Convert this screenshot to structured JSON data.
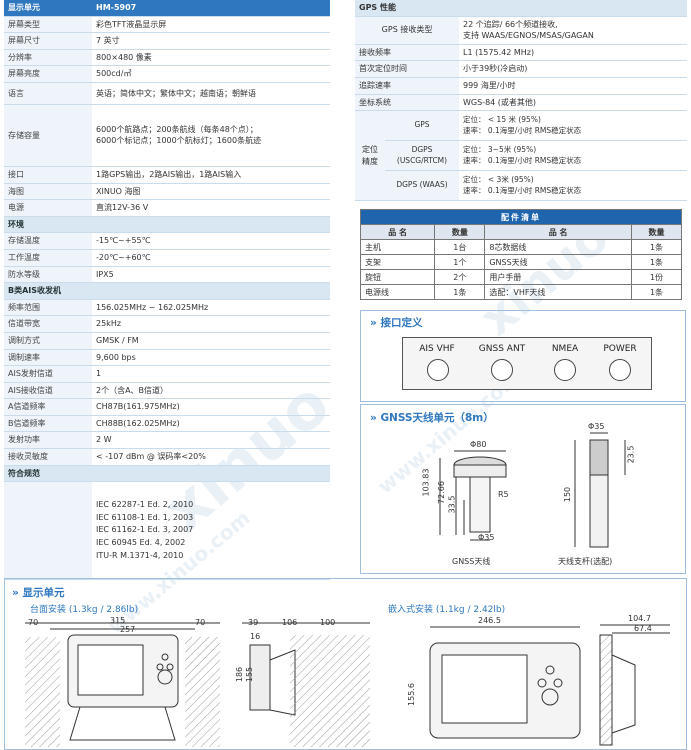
{
  "spec": {
    "header": {
      "k": "显示单元",
      "v": "HM-5907"
    },
    "display": [
      {
        "k": "屏幕类型",
        "v": "彩色TFT液晶显示屏"
      },
      {
        "k": "屏幕尺寸",
        "v": "7 英寸"
      },
      {
        "k": "分辨率",
        "v": "800×480 像素"
      },
      {
        "k": "屏幕亮度",
        "v": "500cd/㎡"
      },
      {
        "k": "语言",
        "v": "英语；简体中文；繁体中文；越南语；朝鲜语"
      }
    ],
    "storage": {
      "k": "存储容量",
      "v1": "6000个航路点；200条航线（每条48个点）；",
      "v2": "6000个标记点；1000个航标灯；1600条航迹"
    },
    "io": [
      {
        "k": "接口",
        "v": "1路GPS输出，2路AIS输出，1路AIS输入"
      },
      {
        "k": "海图",
        "v": "XINUO 海图"
      },
      {
        "k": "电源",
        "v": "直流12V-36 V"
      }
    ],
    "env_title": "环境",
    "env": [
      {
        "k": "存储温度",
        "v": "-15℃~+55℃"
      },
      {
        "k": "工作温度",
        "v": "-20℃~+60℃"
      },
      {
        "k": "防水等级",
        "v": "IPX5"
      }
    ],
    "ais_title": "B类AIS收发机",
    "ais": [
      {
        "k": "频率范围",
        "v": "156.025MHz ~ 162.025MHz"
      },
      {
        "k": "信道带宽",
        "v": "25kHz"
      },
      {
        "k": "调制方式",
        "v": "GMSK / FM"
      },
      {
        "k": "调制速率",
        "v": "9,600 bps"
      },
      {
        "k": "AIS发射信道",
        "v": "1"
      },
      {
        "k": "AIS接收信道",
        "v": "2个（含A、B信道）"
      },
      {
        "k": "A信道频率",
        "v": "CH87B(161.975MHz)"
      },
      {
        "k": "B信道频率",
        "v": "CH88B(162.025MHz)"
      },
      {
        "k": "发射功率",
        "v": "2 W"
      },
      {
        "k": "接收灵敏度",
        "v": "< -107 dBm @ 误码率<20%"
      }
    ],
    "std_title": "符合规范",
    "standards": [
      "IEC 62287-1 Ed. 2, 2010",
      "IEC 61108-1 Ed. 1, 2003",
      "IEC 61162-1 Ed. 3, 2007",
      "IEC 60945 Ed. 4, 2002",
      "ITU-R M.1371-4, 2010"
    ]
  },
  "gps": {
    "title": "GPS 性能",
    "rx_type": {
      "k": "GPS 接收类型",
      "v1": "22 个追踪/ 66个频道接收,",
      "v2": "支持 WAAS/EGNOS/MSAS/GAGAN"
    },
    "rows": [
      {
        "k": "接收频率",
        "v": "L1 (1575.42 MHz)"
      },
      {
        "k": "首次定位时间",
        "v": "小于39秒(冷启动)"
      },
      {
        "k": "追踪速率",
        "v": "999 海里/小时"
      },
      {
        "k": "坐标系统",
        "v": "WGS-84 (或者其他)"
      }
    ],
    "acc_label1": "定位",
    "acc_label2": "精度",
    "accuracy": [
      {
        "mode": "GPS",
        "l1": "定位：  < 15 米  (95%)",
        "l2": "速率：  0.1海里/小时 RMS稳定状态"
      },
      {
        "mode": "DGPS (USCG/RTCM)",
        "l1": "定位：  3~5米  (95%)",
        "l2": "速率：  0.1海里/小时 RMS稳定状态"
      },
      {
        "mode": "DGPS (WAAS)",
        "l1": "定位：  < 3米  (95%)",
        "l2": "速率：  0.1海里/小时 RMS稳定状态"
      }
    ]
  },
  "accessories": {
    "title": "配件清单",
    "headers": [
      "品  名",
      "数量",
      "品  名",
      "数量"
    ],
    "rows": [
      [
        "主机",
        "1台",
        "8芯数据线",
        "1条"
      ],
      [
        "支架",
        "1个",
        "GNSS天线",
        "1条"
      ],
      [
        "旋钮",
        "2个",
        "用户手册",
        "1份"
      ],
      [
        "电源线",
        "1条",
        "选配：VHF天线",
        "1条"
      ]
    ]
  },
  "ports": {
    "title": "» 接口定义",
    "labels": [
      "AIS VHF",
      "GNSS ANT",
      "NMEA",
      "POWER"
    ]
  },
  "gnss": {
    "title": "» GNSS天线单元（8m）",
    "d80": "Φ80",
    "d35a": "Φ35",
    "d35b": "Φ35",
    "h1": "103.83",
    "h2": "72.66",
    "h3": "33.5",
    "r5": "R5",
    "h4": "150",
    "h5": "23.5",
    "cap1": "GNSS天线",
    "cap2": "天线支杆(选配)"
  },
  "display_unit": {
    "title": "» 显示单元",
    "desk": "台面安装  (1.3kg / 2.86lb)",
    "embed": "嵌入式安装  (1.1kg / 2.42lb)",
    "dims": {
      "w70a": "70",
      "w315": "315",
      "w257": "257",
      "w70b": "70",
      "w39": "39",
      "w106": "106",
      "w100": "100",
      "w16": "16",
      "w186": "186",
      "w155": "155",
      "w246": "246.5",
      "w1047": "104.7",
      "w674": "67.4",
      "w1556": "155.6"
    }
  },
  "watermark": {
    "brand": "xinuo",
    "url": "www.xinuo.com"
  }
}
